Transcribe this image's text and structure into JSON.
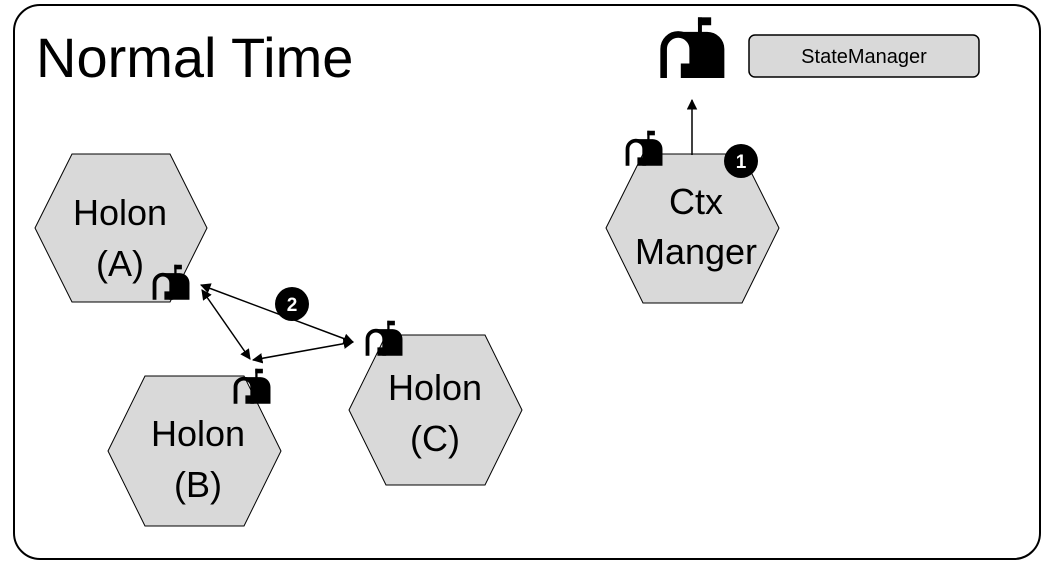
{
  "title": "Normal Time",
  "state_manager": {
    "label": "StateManager",
    "icon": "mailbox-icon"
  },
  "nodes": [
    {
      "id": "holon-a",
      "lines": [
        "Holon",
        "(A)"
      ],
      "icon": "mailbox-icon"
    },
    {
      "id": "holon-b",
      "lines": [
        "Holon",
        "(B)"
      ],
      "icon": "mailbox-icon"
    },
    {
      "id": "holon-c",
      "lines": [
        "Holon",
        "(C)"
      ],
      "icon": "mailbox-icon"
    },
    {
      "id": "ctx-manager",
      "lines": [
        "Ctx",
        "Manger"
      ],
      "icon": "mailbox-icon"
    }
  ],
  "badges": [
    "1",
    "2"
  ],
  "colors": {
    "node_fill": "#d9d9d9",
    "stroke": "#000000",
    "badge": "#000000"
  }
}
